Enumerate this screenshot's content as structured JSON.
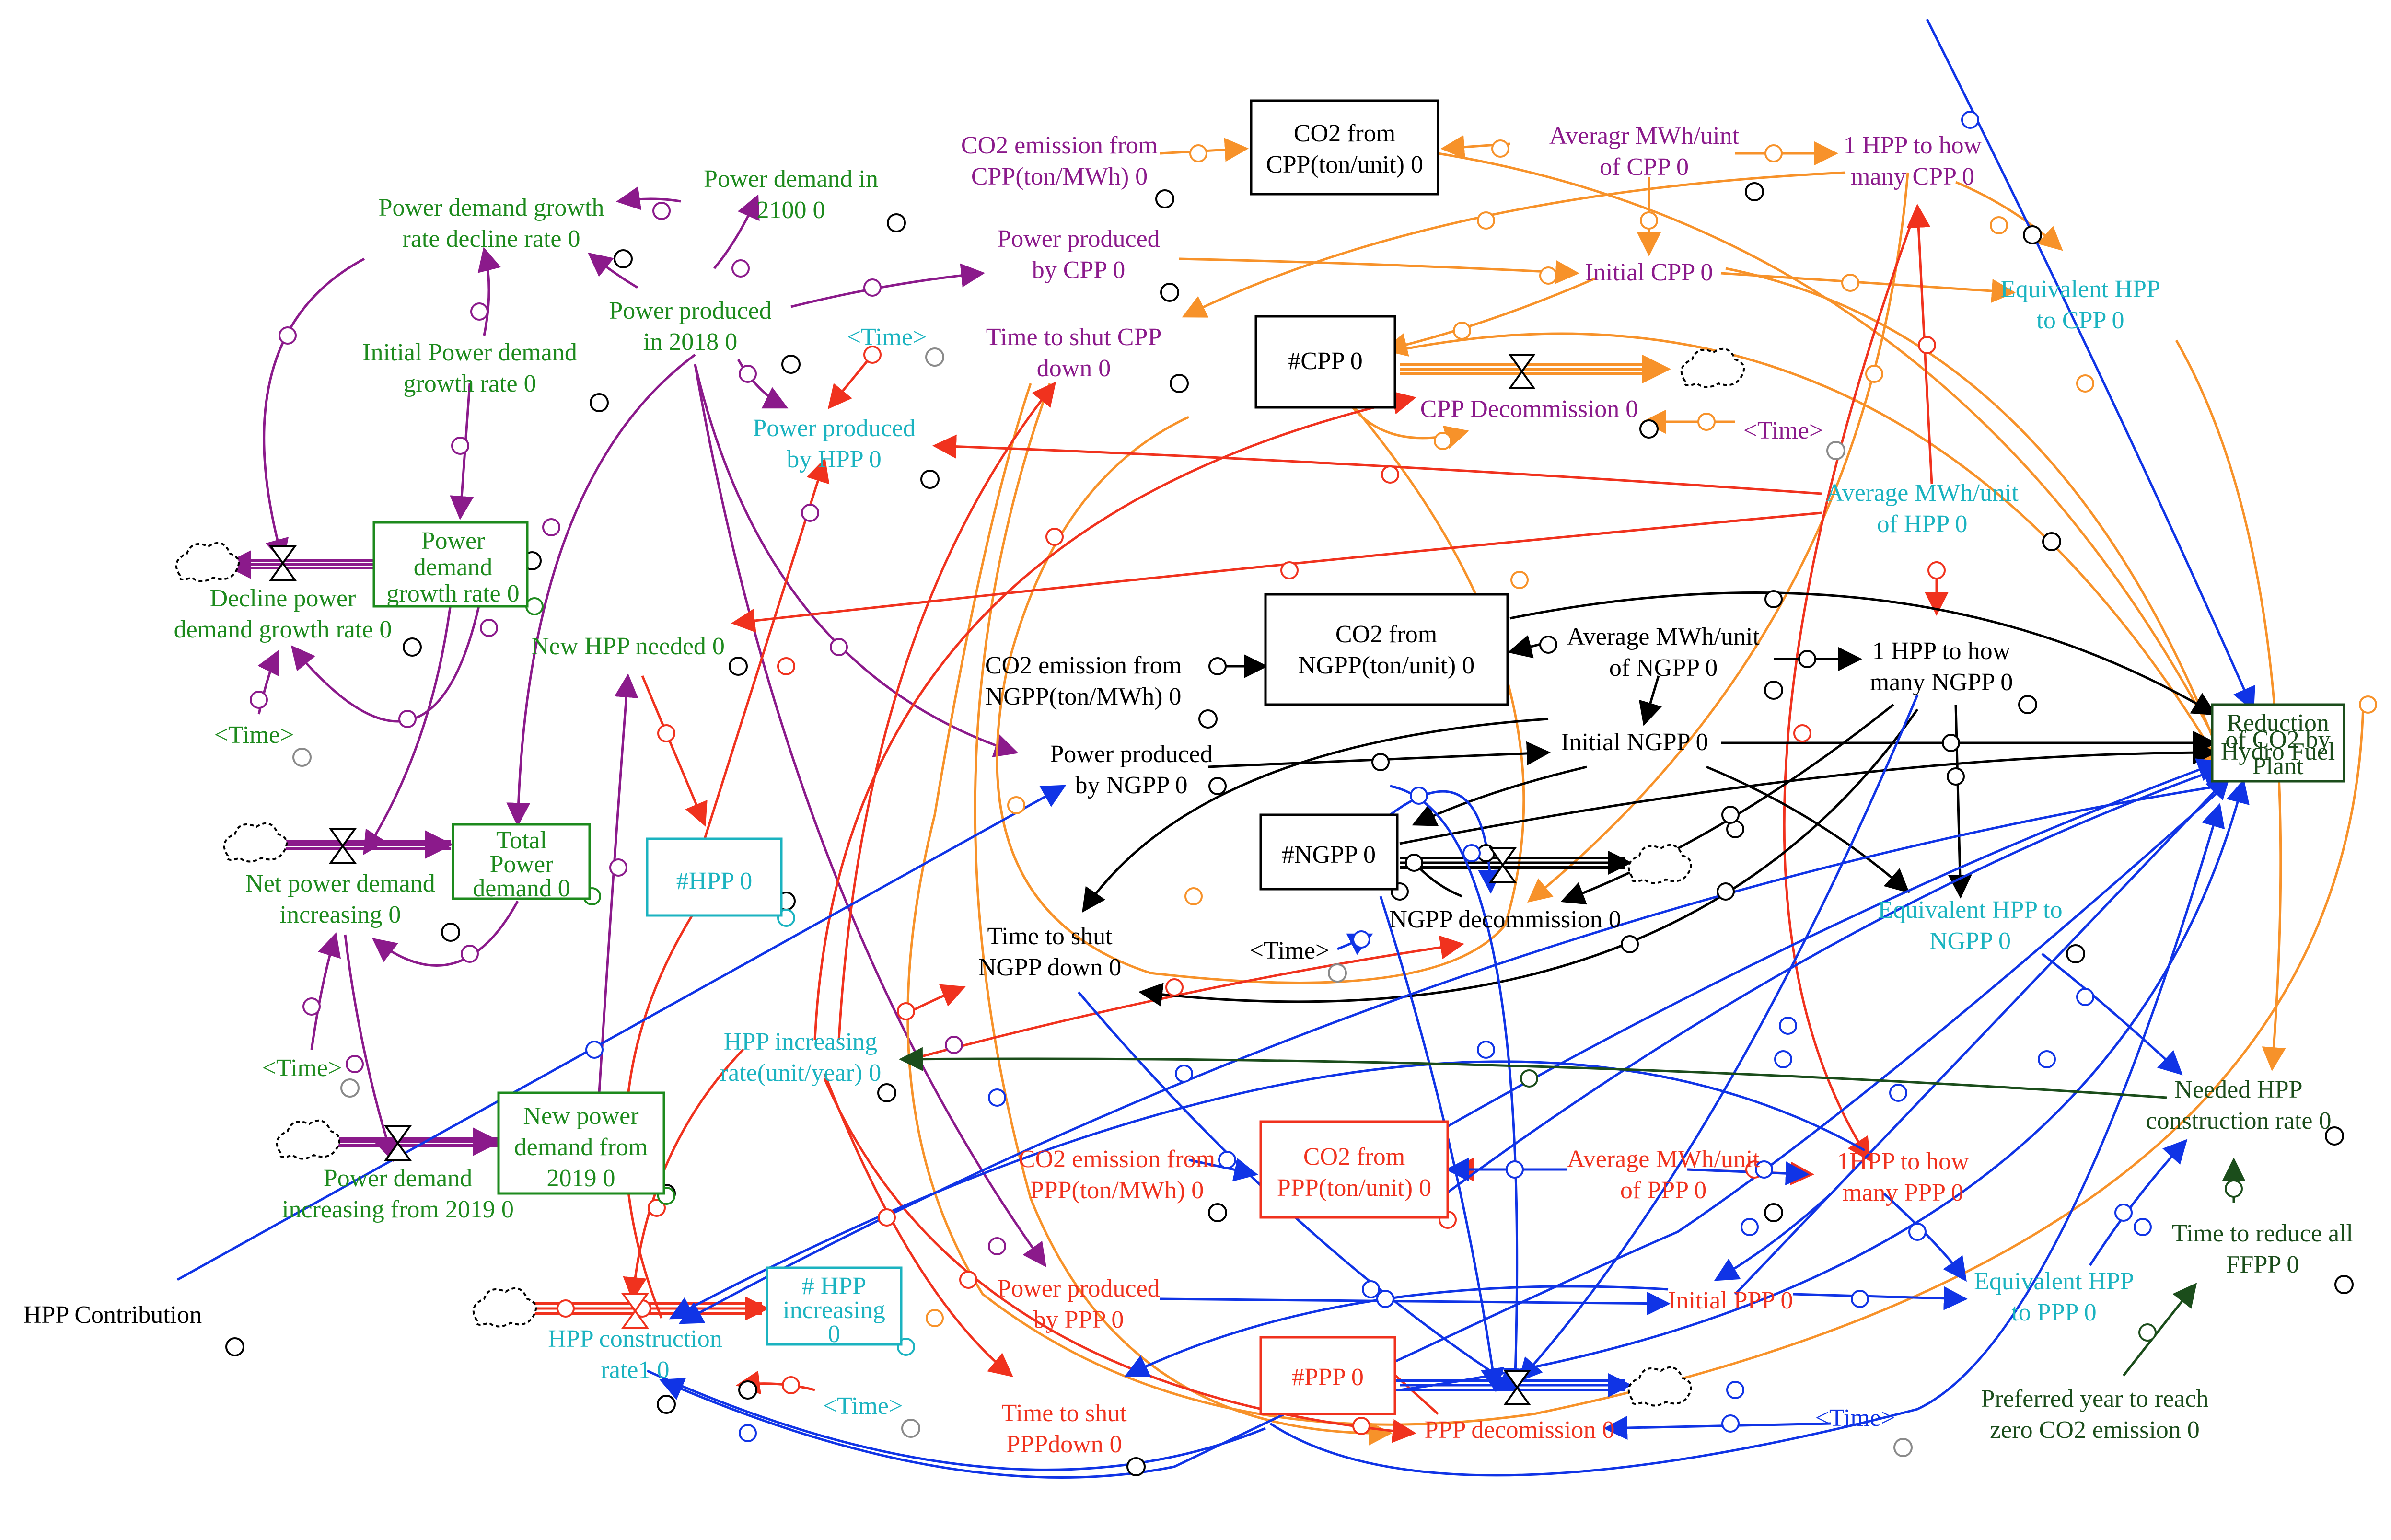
{
  "colors": {
    "purple": "#8b1a8b",
    "green": "#1d8a1d",
    "darkgreen": "#1b4d1b",
    "teal": "#1bb3c0",
    "orange": "#f7922a",
    "red": "#f0321e",
    "blue": "#1034e6",
    "black": "#000000",
    "gray": "#8a8a8a"
  },
  "nodes": {
    "power_demand_growth_decline": [
      "Power demand growth",
      "rate decline rate 0"
    ],
    "power_demand_2100": [
      "Power demand in",
      "2100 0"
    ],
    "power_produced_2018": [
      "Power produced",
      "in 2018 0"
    ],
    "initial_power_demand_growth": [
      "Initial Power demand",
      "growth rate 0"
    ],
    "power_demand_growth_rate": [
      "Power",
      "demand",
      "growth rate 0"
    ],
    "decline_power_demand_growth": [
      "Decline power",
      "demand growth rate 0"
    ],
    "time_1": "<Time>",
    "new_hpp_needed": "New HPP needed 0",
    "total_power_demand": [
      "Total",
      "Power",
      "demand 0"
    ],
    "net_power_demand_increasing": [
      "Net power demand",
      "increasing 0"
    ],
    "time_2": "<Time>",
    "new_power_demand_2019": [
      "New power",
      "demand from",
      "2019 0"
    ],
    "power_demand_increasing_2019": [
      "Power demand",
      "increasing from 2019 0"
    ],
    "hpp_contribution": "HPP Contribution",
    "hpp_stock": "#HPP 0",
    "hpp_increasing_stock": [
      "# HPP",
      "increasing",
      "0"
    ],
    "hpp_construction_rate1": [
      "HPP construction",
      "rate1 0"
    ],
    "time_3": "<Time>",
    "hpp_increasing_rate": [
      "HPP increasing",
      "rate(unit/year) 0"
    ],
    "co2_emission_cpp": [
      "CO2 emission from",
      "CPP(ton/MWh) 0"
    ],
    "co2_from_cpp": [
      "CO2 from",
      "CPP(ton/unit) 0"
    ],
    "avg_mwh_cpp": [
      "Averagr MWh/uint",
      "of CPP 0"
    ],
    "one_hpp_cpp": [
      "1 HPP to how",
      "many CPP 0"
    ],
    "power_produced_cpp": [
      "Power produced",
      "by CPP 0"
    ],
    "initial_cpp": "Initial CPP 0",
    "equivalent_hpp_cpp": [
      "Equivalent HPP",
      "to CPP 0"
    ],
    "time_4": "<Time>",
    "power_produced_hpp": [
      "Power produced",
      "by HPP 0"
    ],
    "time_to_shut_cpp": [
      "Time to shut CPP",
      "down 0"
    ],
    "cpp_stock": "#CPP 0",
    "cpp_decommission": "CPP Decommission 0",
    "time_5": "<Time>",
    "avg_mwh_hpp": [
      "Average MWh/unit",
      "of HPP 0"
    ],
    "co2_emission_ngpp": [
      "CO2 emission from",
      "NGPP(ton/MWh) 0"
    ],
    "co2_from_ngpp": [
      "CO2 from",
      "NGPP(ton/unit) 0"
    ],
    "avg_mwh_ngpp": [
      "Average MWh/unit",
      "of NGPP 0"
    ],
    "one_hpp_ngpp": [
      "1 HPP to how",
      "many NGPP 0"
    ],
    "power_produced_ngpp": [
      "Power produced",
      "by NGPP 0"
    ],
    "initial_ngpp": "Initial NGPP 0",
    "reduction_co2": [
      "Reduction",
      "of CO2 by",
      "Hydro Fuel",
      "Plant"
    ],
    "ngpp_stock": "#NGPP 0",
    "time_6": "<Time>",
    "ngpp_decommission": "NGPP decommission 0",
    "time_to_shut_ngpp": [
      "Time to shut",
      "NGPP down 0"
    ],
    "equivalent_hpp_ngpp": [
      "Equivalent HPP to",
      "NGPP 0"
    ],
    "needed_hpp_construction": [
      "Needed HPP",
      "construction rate 0"
    ],
    "co2_emission_ppp": [
      "CO2 emission from",
      "PPP(ton/MWh) 0"
    ],
    "co2_from_ppp": [
      "CO2 from",
      "PPP(ton/unit) 0"
    ],
    "avg_mwh_ppp": [
      "Average MWh/unit",
      "of PPP 0"
    ],
    "one_hpp_ppp": [
      "1HPP to how",
      "many PPP 0"
    ],
    "time_reduce_ffpp": [
      "Time to reduce all",
      "FFPP 0"
    ],
    "power_produced_ppp": [
      "Power produced",
      "by PPP 0"
    ],
    "initial_ppp": "Initial PPP 0",
    "equivalent_hpp_ppp": [
      "Equivalent HPP",
      "to PPP 0"
    ],
    "time_to_shut_ppp": [
      "Time to shut",
      "PPPdown 0"
    ],
    "ppp_stock": "#PPP 0",
    "ppp_decomission": "PPP decomission 0",
    "time_7": "<Time>",
    "preferred_year": [
      "Preferred year to reach",
      "zero CO2 emission 0"
    ]
  }
}
